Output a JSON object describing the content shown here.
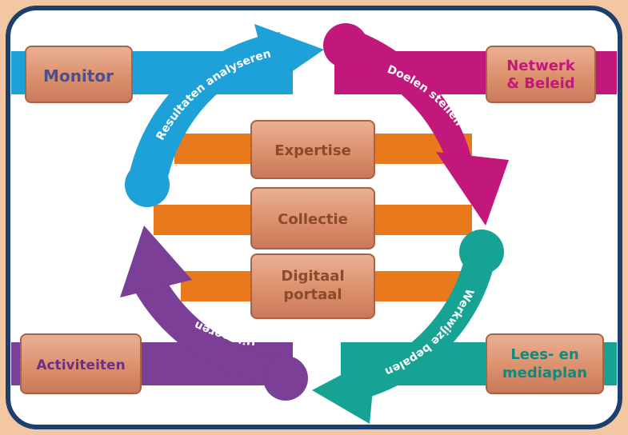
{
  "colors": {
    "background": "#f3c7a1",
    "panel": "#ffffff",
    "border": "#1d3f6e",
    "blue": "#1ea1d8",
    "magenta": "#c2177b",
    "teal": "#17a394",
    "purple": "#7b3f98",
    "orange": "#e87a1c",
    "brick": "#df9673"
  },
  "corners": {
    "top_left": "Monitor",
    "top_right_line1": "Netwerk",
    "top_right_line2": "& Beleid",
    "bottom_left": "Activiteiten",
    "bottom_right_line1": "Lees- en",
    "bottom_right_line2": "mediaplan"
  },
  "center": {
    "brick1": "Expertise",
    "brick2": "Collectie",
    "brick3_line1": "Digitaal",
    "brick3_line2": "portaal"
  },
  "cycle": {
    "top_left": "Resultaten analyseren",
    "top_right": "Doelen stellen",
    "bottom_right": "Werkwijze bepalen",
    "bottom_left": "Uitvoeren"
  }
}
